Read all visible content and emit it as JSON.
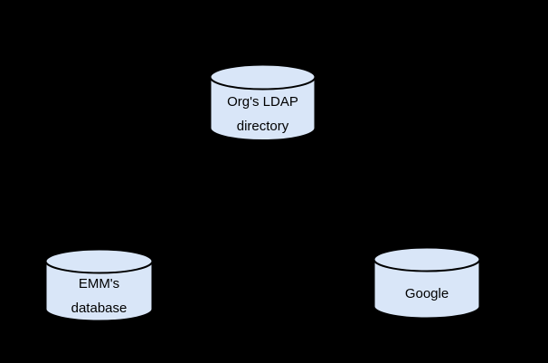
{
  "canvas": {
    "background_color": "#000000",
    "description": "Directory sync diagram with three database cylinder nodes"
  },
  "nodes": [
    {
      "id": "orgs-ldap-directory",
      "shape": "database-cylinder",
      "lines": [
        "Org's LDAP",
        "directory"
      ],
      "fill": "#d9e6f8",
      "stroke": "#000000",
      "text_color": "#000000"
    },
    {
      "id": "emm-database",
      "shape": "database-cylinder",
      "lines": [
        "EMM's",
        "database"
      ],
      "fill": "#d9e6f8",
      "stroke": "#000000",
      "text_color": "#000000"
    },
    {
      "id": "google",
      "shape": "database-cylinder",
      "lines": [
        "Google"
      ],
      "fill": "#d9e6f8",
      "stroke": "#000000",
      "text_color": "#000000"
    }
  ]
}
